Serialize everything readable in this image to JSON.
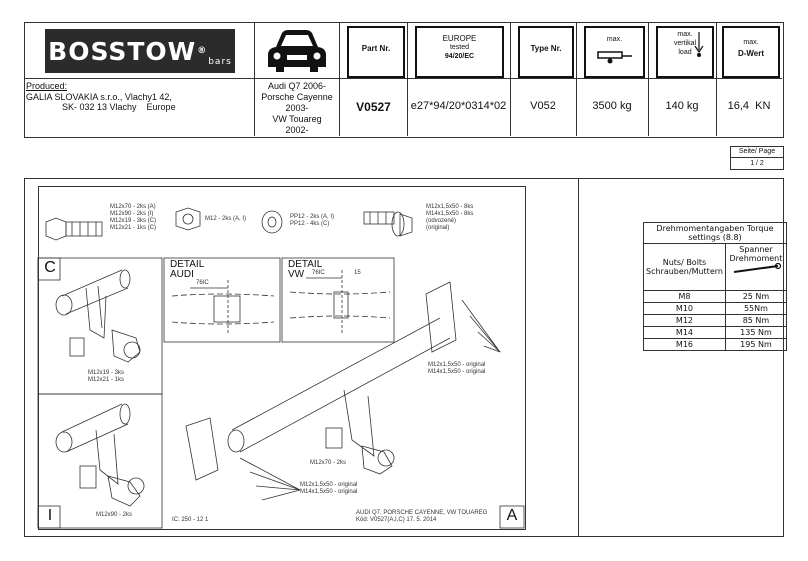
{
  "brand": {
    "name": "BOSSTOW",
    "reg": "®",
    "sub": "bars"
  },
  "header": {
    "part_nr_label": "Part Nr.",
    "europe_label": [
      "EUROPE",
      "tested",
      "94/20/EC"
    ],
    "type_nr_label": "Type Nr.",
    "max_label": "max.",
    "max_vertical_label": [
      "max.",
      "vertikal",
      "load"
    ],
    "dwert_label": [
      "max.",
      "D-Wert"
    ]
  },
  "produced": {
    "title": "Produced:",
    "line1": "GALIA SLOVAKIA s.r.o., Vlachy1 42,",
    "line2": "SK- 032 13 Vlachy    Europe"
  },
  "vehicles": [
    "Audi Q7 2006-",
    "Porsche Cayenne",
    "2003-",
    "VW Touareg",
    "2002-"
  ],
  "values": {
    "part_nr": "V0527",
    "europe": "e27*94/20*0314*02",
    "type_nr": "V052",
    "max_weight": "3500 kg",
    "vertical_load": "140 kg",
    "dwert": "16,4  KN"
  },
  "page": {
    "label": "Seite/ Page",
    "value": "1 / 2"
  },
  "torque": {
    "title": "Drehmomentangaben Torque settings (8.8)",
    "col1": "Nuts/ Bolts Schrauben/Muttern",
    "col2": "Spanner Drehmoment",
    "rows": [
      {
        "size": "M8",
        "nm": "25 Nm"
      },
      {
        "size": "M10",
        "nm": "55Nm"
      },
      {
        "size": "M12",
        "nm": "85 Nm"
      },
      {
        "size": "M14",
        "nm": "135 Nm"
      },
      {
        "size": "M16",
        "nm": "195 Nm"
      }
    ]
  },
  "drawing": {
    "bolts1": [
      "M12x70 - 2ks (A)",
      "M12x90 - 2ks (I)",
      "M12x19 - 3ks (C)",
      "M12x21 - 1ks (C)"
    ],
    "nut": "M12 - 2ks (A, I)",
    "washer": [
      "PP12 - 2ks (A, I)",
      "PP12 - 4ks (C)"
    ],
    "bolts2": [
      "M12x1,5x50 - 8ks",
      "M14x1,5x50 - 8ks",
      "(odvozené)",
      "(original)"
    ],
    "label_c": "C",
    "label_i": "I",
    "label_a": "A",
    "detail_audi": [
      "DETAIL",
      "AUDI"
    ],
    "detail_vw": [
      "DETAIL",
      "VW"
    ],
    "dim_audi": "76IC",
    "dim_vw": "76IC",
    "dim_15": "15",
    "c_bolts": [
      "M12x19 - 3ks",
      "M12x21 - 1ks"
    ],
    "i_bolt": "M12x90 - 2ks",
    "a_bolt_right": [
      "M12x1,5x50 - original",
      "M14x1,5x50 - original"
    ],
    "a_bolt_left": [
      "M12x1,5x50 - original",
      "M14x1,5x50 - original"
    ],
    "a_m12x70": "M12x70 - 2ks",
    "ic": "IC: 250 - 12 1",
    "footer1": "AUDI Q7, PORSCHE CAYENNE, VW TOUAREG",
    "footer2": "Kód: V0527(A,I,C)  17. 5. 2014"
  },
  "colors": {
    "logo_bg": "#2b2b2b",
    "line": "#333333"
  }
}
